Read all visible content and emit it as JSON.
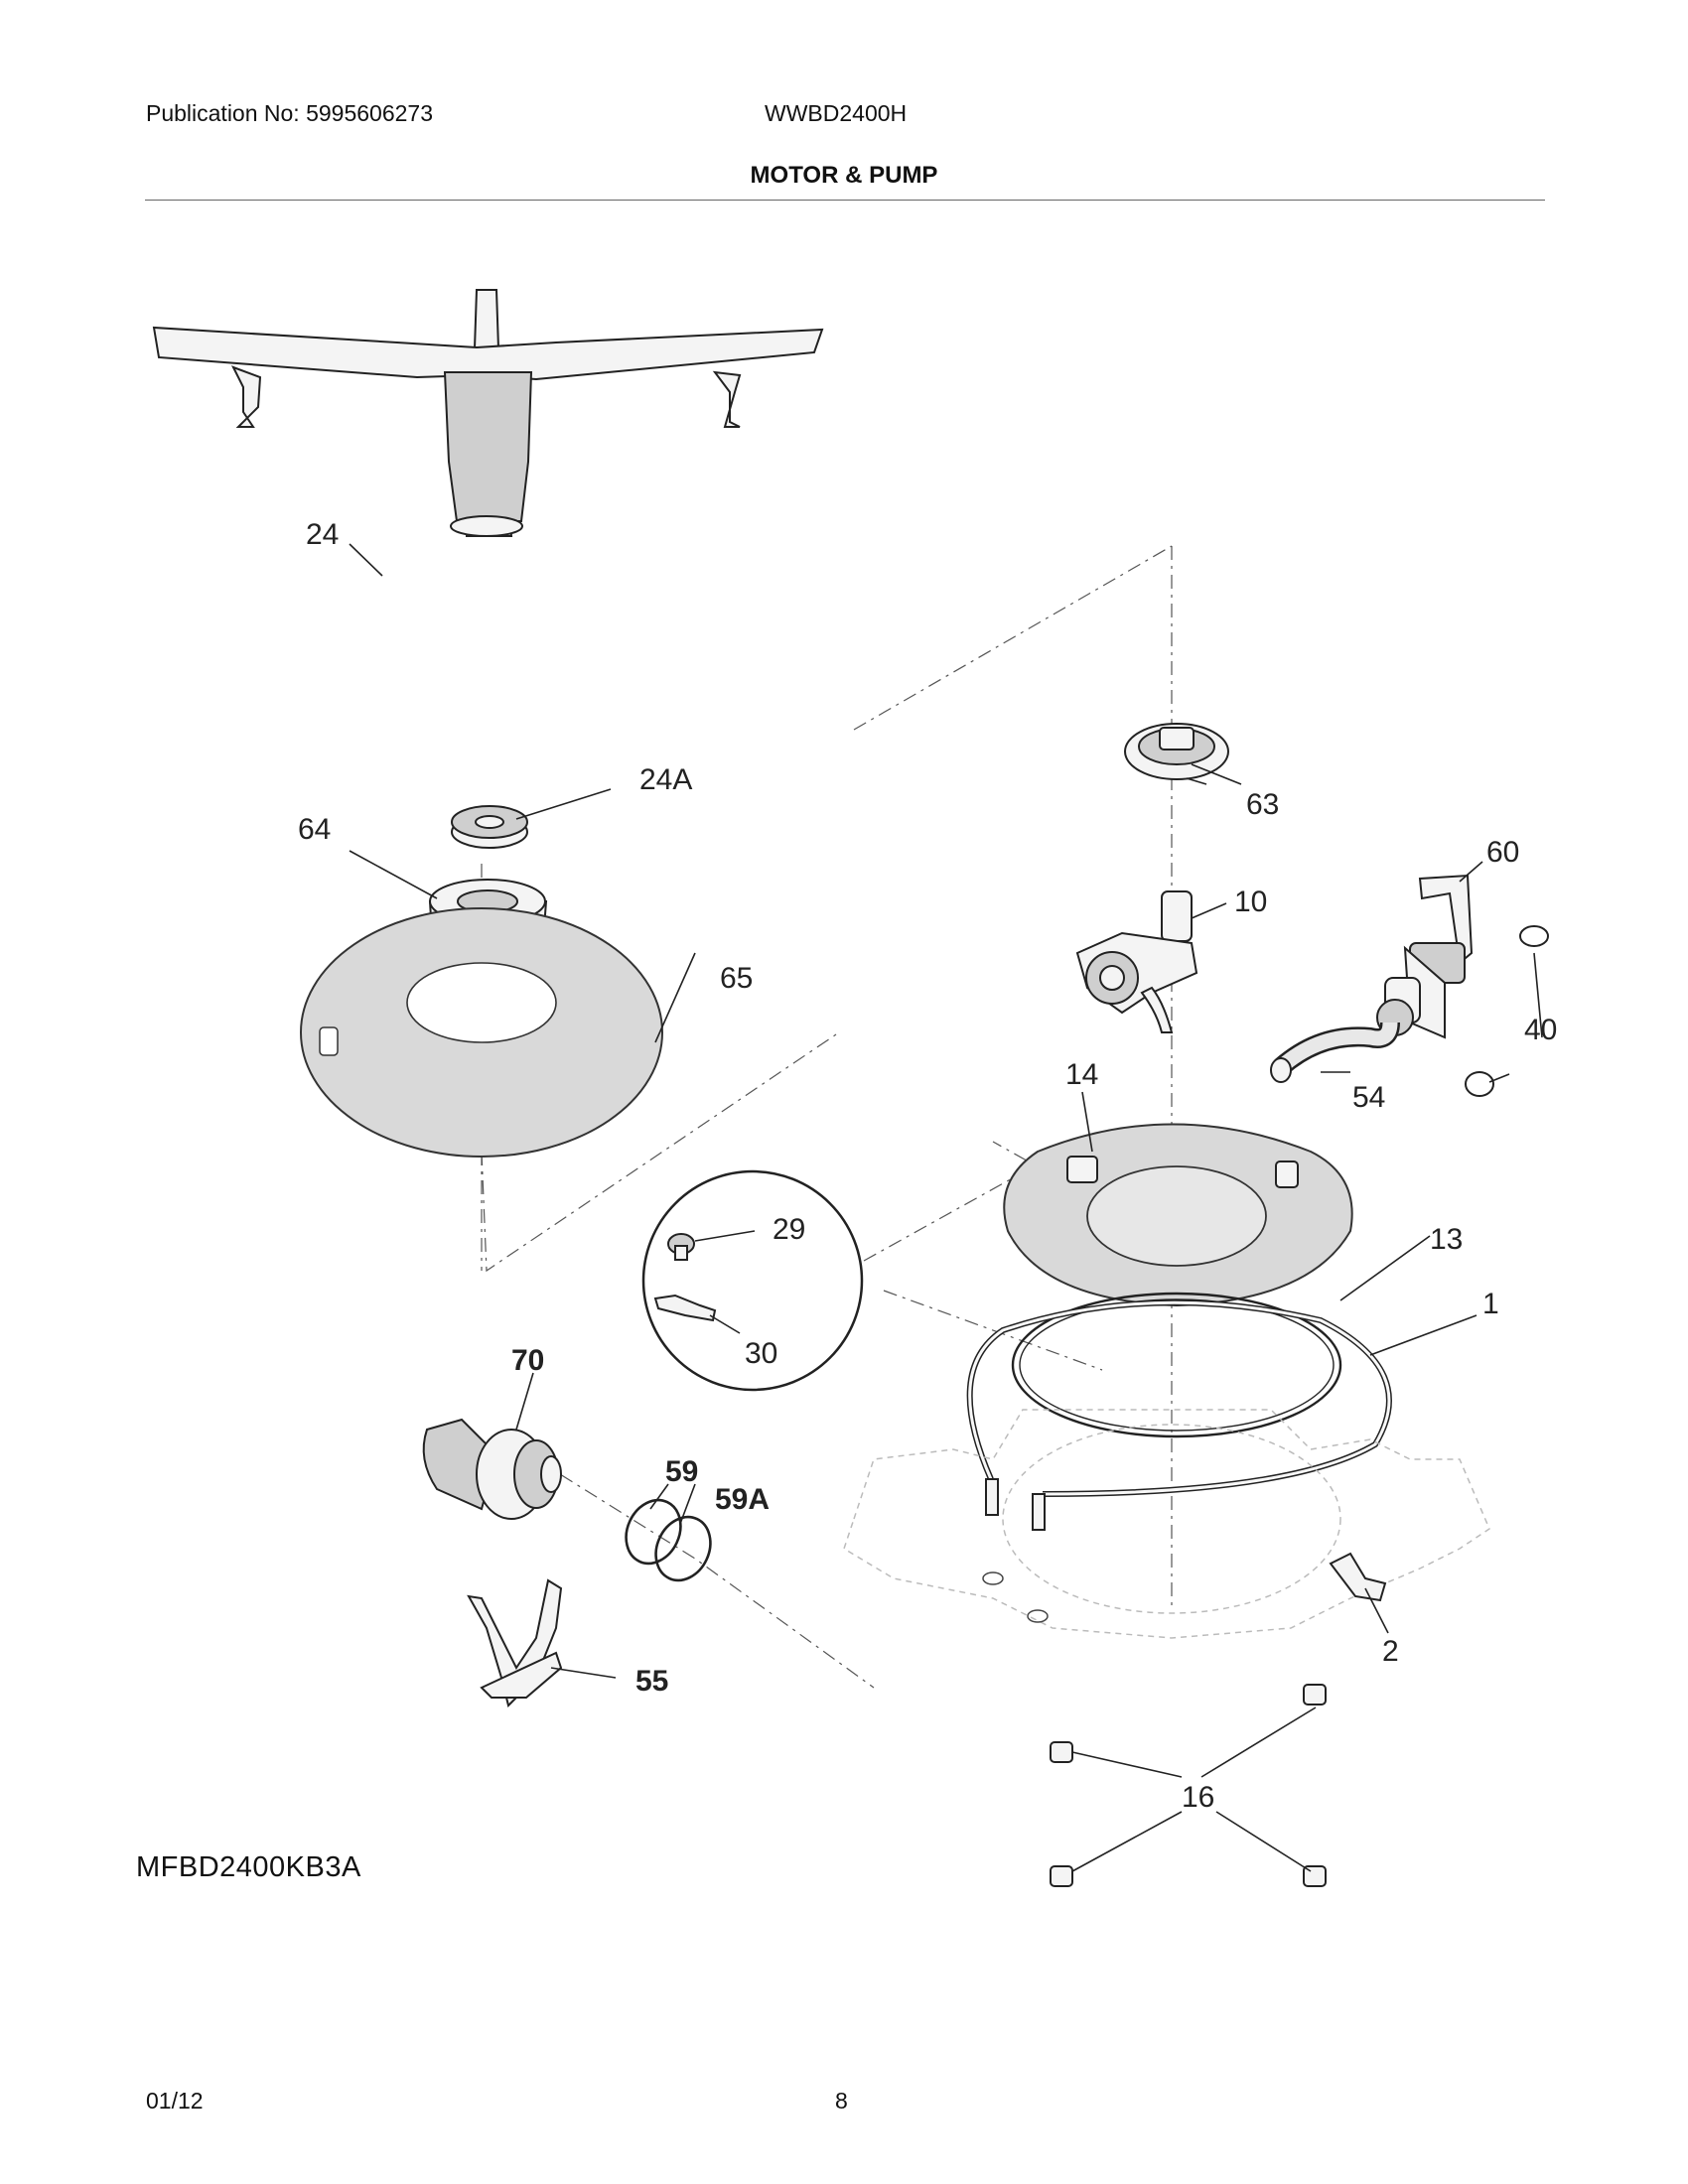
{
  "header": {
    "publication": "Publication No: 5995606273",
    "model": "WWBD2400H",
    "title": "MOTOR & PUMP"
  },
  "callouts": {
    "c24": "24",
    "c24A": "24A",
    "c64": "64",
    "c65": "65",
    "c63": "63",
    "c10": "10",
    "c60": "60",
    "c40": "40",
    "c54": "54",
    "c14": "14",
    "c13": "13",
    "c1": "1",
    "c29": "29",
    "c30": "30",
    "c70": "70",
    "c59": "59",
    "c59A": "59A",
    "c55": "55",
    "c2": "2",
    "c16": "16"
  },
  "diagram_id": "MFBD2400KB3A",
  "footer": {
    "date": "01/12",
    "page": "8"
  }
}
